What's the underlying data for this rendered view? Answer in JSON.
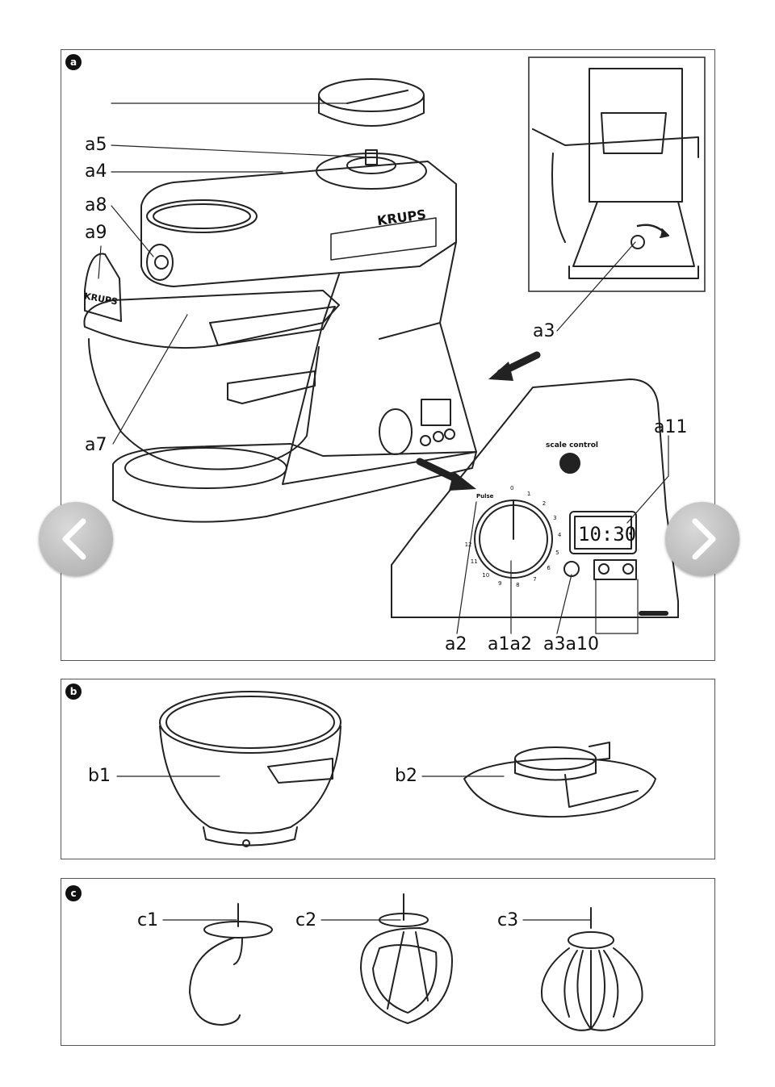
{
  "panels": {
    "a": {
      "badge": "a"
    },
    "b": {
      "badge": "b"
    },
    "c": {
      "badge": "c"
    }
  },
  "labels": {
    "a5": "a5",
    "a4": "a4",
    "a8": "a8",
    "a9": "a9",
    "a7": "a7",
    "a3": "a3",
    "a11": "a11",
    "a2": "a2",
    "a12_overlap": "a1a2",
    "a3a10": "a3a10",
    "b1": "b1",
    "b2": "b2",
    "c1": "c1",
    "c2": "c2",
    "c3": "c3"
  },
  "device_text": {
    "brand_mixer": "KRUPS",
    "brand_lid": "KRUPS",
    "scale_control": "scale control",
    "pulse": "Pulse",
    "display_time": "10:30",
    "dial_zero": "0",
    "dial_numbers": [
      "1",
      "2",
      "3",
      "4",
      "5",
      "6",
      "7",
      "8",
      "9",
      "10",
      "11",
      "12"
    ]
  },
  "navigation": {
    "prev_icon": "chevron-left-icon",
    "next_icon": "chevron-right-icon"
  }
}
